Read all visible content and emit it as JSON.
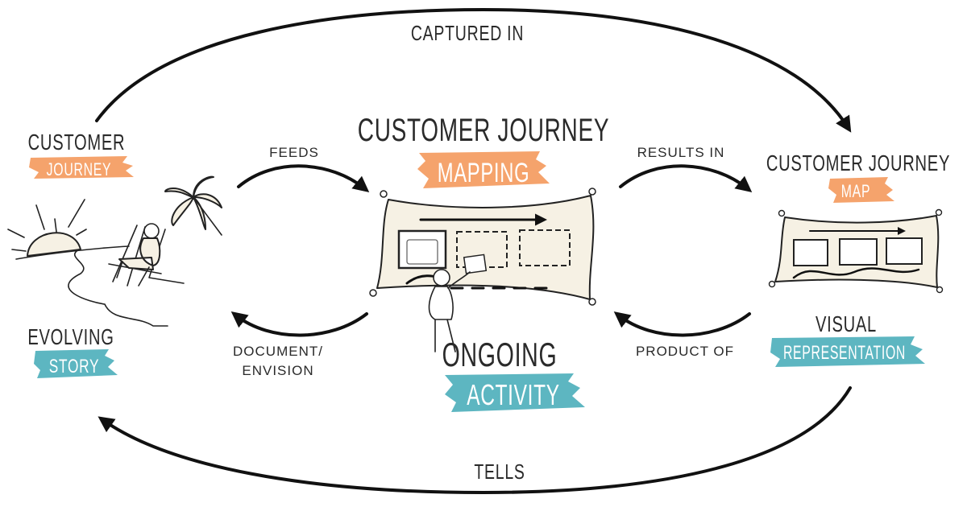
{
  "colors": {
    "orange": "#f5a36c",
    "teal": "#5db6c1",
    "cream": "#f6f1e4",
    "ink": "#111111"
  },
  "arrows": {
    "captured_in": "CAPTURED IN",
    "tells": "TELLS",
    "feeds": "FEEDS",
    "results_in": "RESULTS IN",
    "document_line1": "DOCUMENT/",
    "document_line2": "ENVISION",
    "product_of": "PRODUCT OF"
  },
  "nodes": {
    "customer_journey": {
      "title": "CUSTOMER",
      "highlight": "JOURNEY"
    },
    "evolving_story": {
      "title": "EVOLVING",
      "highlight": "STORY"
    },
    "mapping": {
      "title": "CUSTOMER JOURNEY",
      "highlight": "MAPPING"
    },
    "ongoing_activity": {
      "title": "ONGOING",
      "highlight": "ACTIVITY"
    },
    "map": {
      "title": "CUSTOMER JOURNEY",
      "highlight": "MAP"
    },
    "visual_representation": {
      "title": "VISUAL",
      "highlight": "REPRESENTATION"
    }
  }
}
